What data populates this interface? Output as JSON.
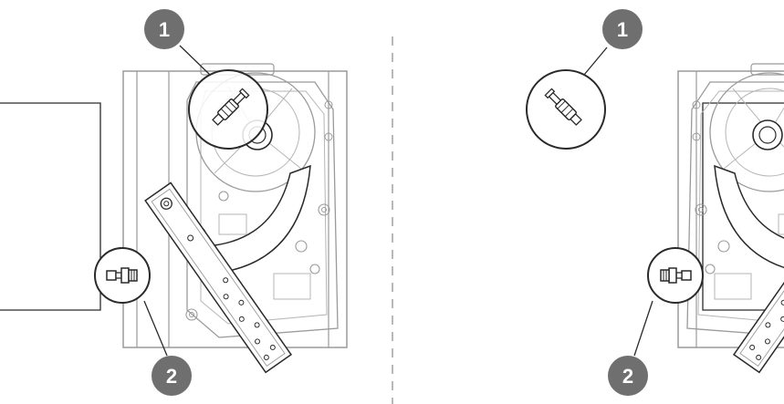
{
  "callouts": {
    "left_top": "1",
    "left_bottom": "2",
    "right_top": "1",
    "right_bottom": "2"
  },
  "colors": {
    "badge": "#6f6f6f",
    "line": "#2a2a2a",
    "light_line": "#9a9a9a",
    "fill": "#ffffff",
    "divider": "#8a8a8a"
  },
  "icons": {
    "screw_upper": "adjustment-screw-icon",
    "screw_side": "side-bolt-icon"
  }
}
